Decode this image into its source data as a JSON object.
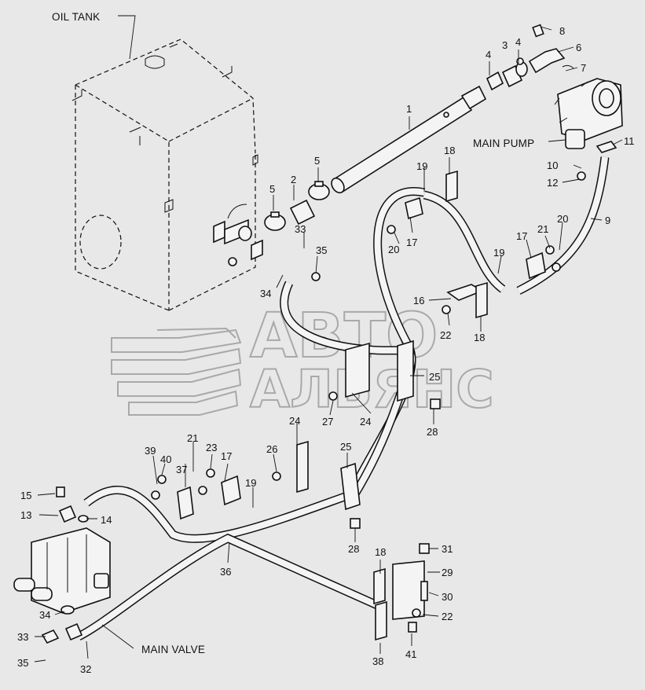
{
  "captions": {
    "oil_tank": "OIL TANK",
    "main_pump": "MAIN PUMP",
    "main_valve": "MAIN VALVE"
  },
  "watermark": {
    "line1": "АВТО",
    "line2": "АЛЬЯНС"
  },
  "callouts": [
    {
      "id": "c-1",
      "text": "1"
    },
    {
      "id": "c-2",
      "text": "2"
    },
    {
      "id": "c-3",
      "text": "3"
    },
    {
      "id": "c-4a",
      "text": "4"
    },
    {
      "id": "c-4b",
      "text": "4"
    },
    {
      "id": "c-5a",
      "text": "5"
    },
    {
      "id": "c-5b",
      "text": "5"
    },
    {
      "id": "c-6",
      "text": "6"
    },
    {
      "id": "c-7",
      "text": "7"
    },
    {
      "id": "c-8",
      "text": "8"
    },
    {
      "id": "c-9",
      "text": "9"
    },
    {
      "id": "c-10",
      "text": "10"
    },
    {
      "id": "c-11",
      "text": "11"
    },
    {
      "id": "c-12",
      "text": "12"
    },
    {
      "id": "c-13",
      "text": "13"
    },
    {
      "id": "c-14",
      "text": "14"
    },
    {
      "id": "c-15",
      "text": "15"
    },
    {
      "id": "c-16",
      "text": "16"
    },
    {
      "id": "c-17a",
      "text": "17"
    },
    {
      "id": "c-17b",
      "text": "17"
    },
    {
      "id": "c-17c",
      "text": "17"
    },
    {
      "id": "c-18a",
      "text": "18"
    },
    {
      "id": "c-18b",
      "text": "18"
    },
    {
      "id": "c-18c",
      "text": "18"
    },
    {
      "id": "c-19a",
      "text": "19"
    },
    {
      "id": "c-19b",
      "text": "19"
    },
    {
      "id": "c-19c",
      "text": "19"
    },
    {
      "id": "c-20a",
      "text": "20"
    },
    {
      "id": "c-20b",
      "text": "20"
    },
    {
      "id": "c-21a",
      "text": "21"
    },
    {
      "id": "c-21b",
      "text": "21"
    },
    {
      "id": "c-22a",
      "text": "22"
    },
    {
      "id": "c-22b",
      "text": "22"
    },
    {
      "id": "c-23",
      "text": "23"
    },
    {
      "id": "c-24a",
      "text": "24"
    },
    {
      "id": "c-24b",
      "text": "24"
    },
    {
      "id": "c-25a",
      "text": "25"
    },
    {
      "id": "c-25b",
      "text": "25"
    },
    {
      "id": "c-26",
      "text": "26"
    },
    {
      "id": "c-27",
      "text": "27"
    },
    {
      "id": "c-28a",
      "text": "28"
    },
    {
      "id": "c-28b",
      "text": "28"
    },
    {
      "id": "c-29",
      "text": "29"
    },
    {
      "id": "c-30",
      "text": "30"
    },
    {
      "id": "c-31",
      "text": "31"
    },
    {
      "id": "c-32",
      "text": "32"
    },
    {
      "id": "c-33a",
      "text": "33"
    },
    {
      "id": "c-33b",
      "text": "33"
    },
    {
      "id": "c-34a",
      "text": "34"
    },
    {
      "id": "c-34b",
      "text": "34"
    },
    {
      "id": "c-35a",
      "text": "35"
    },
    {
      "id": "c-35b",
      "text": "35"
    },
    {
      "id": "c-36",
      "text": "36"
    },
    {
      "id": "c-37",
      "text": "37"
    },
    {
      "id": "c-38",
      "text": "38"
    },
    {
      "id": "c-39",
      "text": "39"
    },
    {
      "id": "c-40",
      "text": "40"
    },
    {
      "id": "c-41",
      "text": "41"
    }
  ]
}
